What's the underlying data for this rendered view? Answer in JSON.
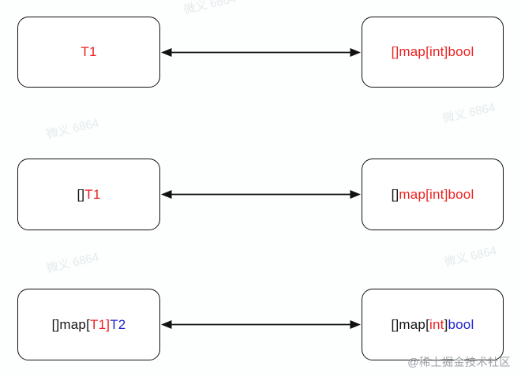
{
  "canvas": {
    "background_color": "#fdfefe",
    "node_border_color": "#111111",
    "arrow_color": "#111111",
    "red": "#ee2020",
    "blue": "#2121cf",
    "black": "#141414"
  },
  "diagram": {
    "rows": [
      {
        "left": {
          "segments": [
            {
              "text": "T1",
              "color": "#ee2020"
            }
          ]
        },
        "right": {
          "segments": [
            {
              "text": "[]map[int]bool",
              "color": "#ee2020"
            }
          ]
        }
      },
      {
        "left": {
          "segments": [
            {
              "text": "[]",
              "color": "#141414"
            },
            {
              "text": "T1",
              "color": "#ee2020"
            }
          ]
        },
        "right": {
          "segments": [
            {
              "text": "[]",
              "color": "#141414"
            },
            {
              "text": "map[int]bool",
              "color": "#ee2020"
            }
          ]
        }
      },
      {
        "left": {
          "segments": [
            {
              "text": "[]map[",
              "color": "#141414"
            },
            {
              "text": "T1]",
              "color": "#ee2020"
            },
            {
              "text": "T2",
              "color": "#2121cf"
            }
          ]
        },
        "right": {
          "segments": [
            {
              "text": "[]map[",
              "color": "#141414"
            },
            {
              "text": "int",
              "color": "#ee2020"
            },
            {
              "text": "]",
              "color": "#141414"
            },
            {
              "text": "bool",
              "color": "#2121cf"
            }
          ]
        }
      }
    ]
  },
  "watermarks": {
    "diagonal_text": "微义 6864",
    "bottom_right_text": "@稀土掘金技术社区"
  }
}
